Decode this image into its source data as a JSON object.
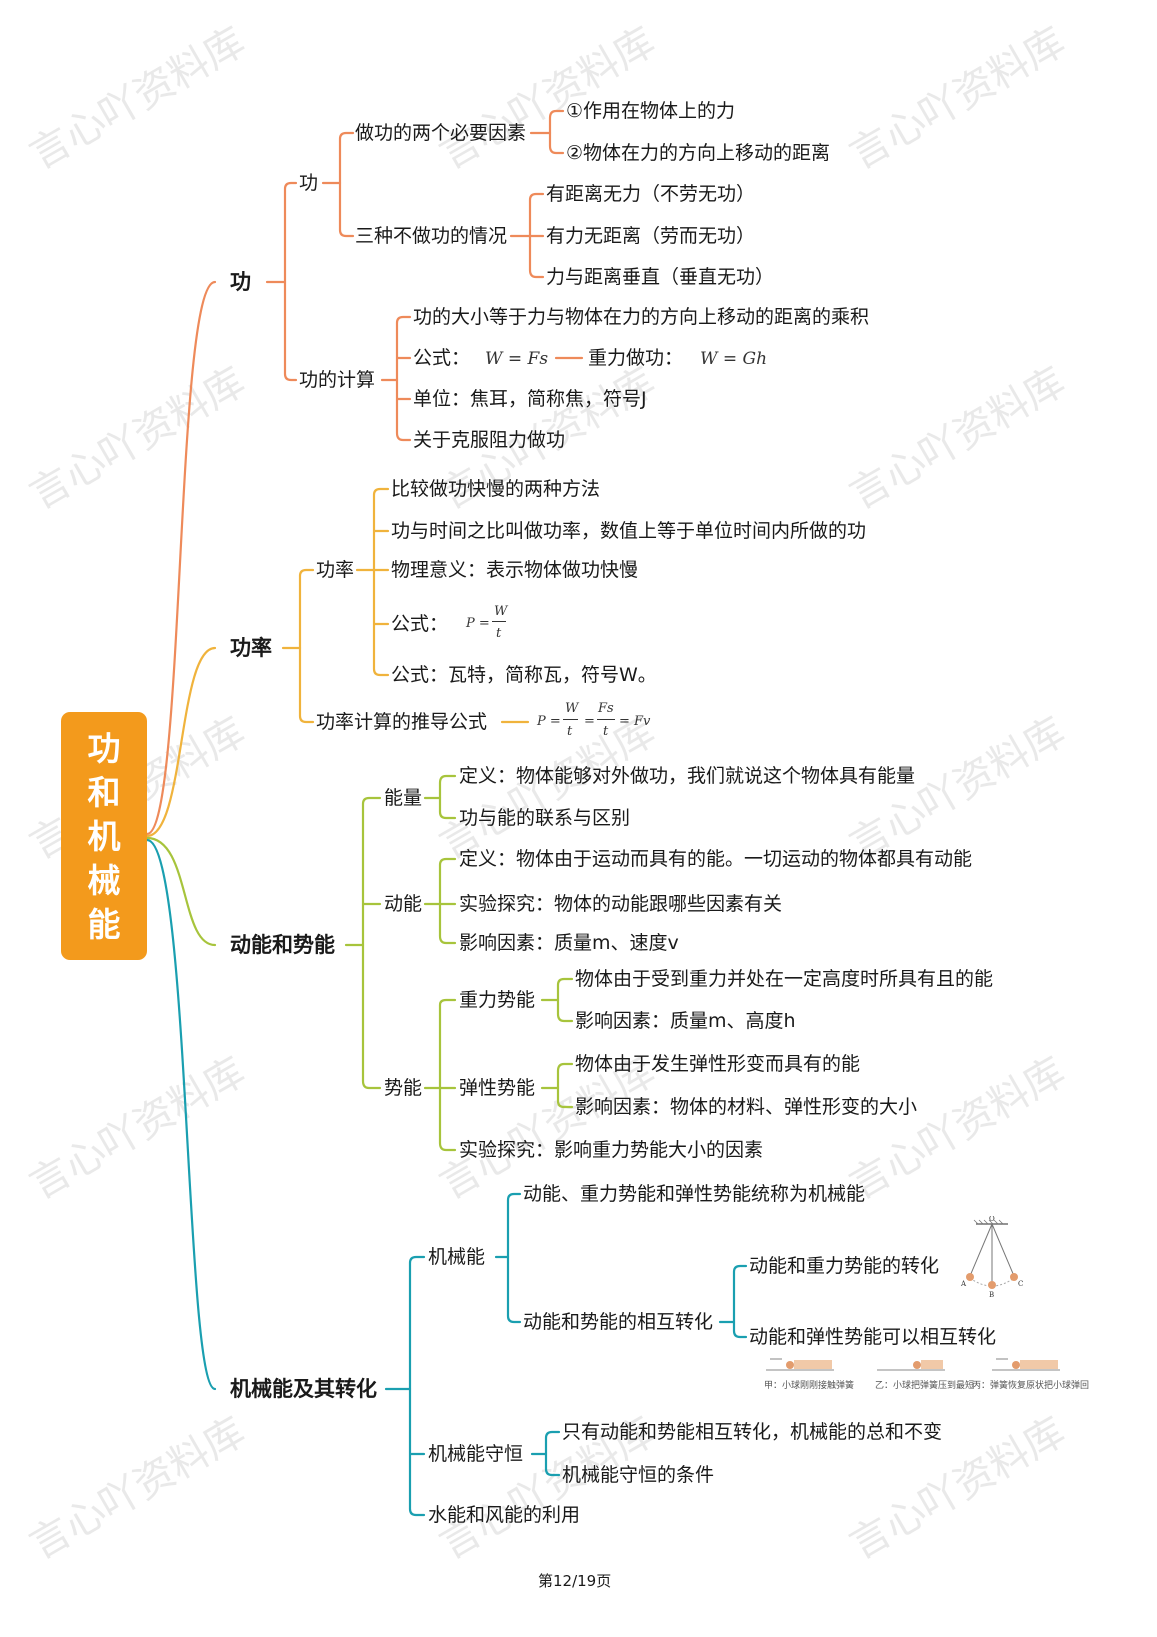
{
  "watermark": "言心吖资料库",
  "root": {
    "label": "功和机械能",
    "chars": [
      "功",
      "和",
      "机",
      "械",
      "能"
    ]
  },
  "colors": {
    "orange_branch": "#ee8a5a",
    "yellow_branch": "#f0b33c",
    "green_branch": "#a7c43c",
    "teal_branch": "#1a9fb0",
    "root_box": "#f39a1c"
  },
  "gong": {
    "label": "功",
    "sub_gong": "功",
    "two_factors": "做功的两个必要因素",
    "factor1": "①作用在物体上的力",
    "factor2": "②物体在力的方向上移动的距离",
    "three_cases": "三种不做功的情况",
    "case1": "有距离无力（不劳无功）",
    "case2": "有力无距离（劳而无功）",
    "case3": "力与距离垂直（垂直无功）",
    "calc": "功的计算",
    "calc_def": "功的大小等于力与物体在力的方向上移动的距离的乘积",
    "formula_label": "公式：",
    "formula": "W = Fs",
    "gravity_label": "重力做功：",
    "gravity_formula": "W = Gh",
    "unit": "单位：焦耳，简称焦，符号J",
    "resist": "关于克服阻力做功"
  },
  "power": {
    "label": "功率",
    "sub_power": "功率",
    "compare": "比较做功快慢的两种方法",
    "definition": "功与时间之比叫做功率，数值上等于单位时间内所做的功",
    "meaning": "物理意义：表示物体做功快慢",
    "formula_label": "公式：",
    "formula_p": "P =",
    "formula_w": "W",
    "formula_t": "t",
    "unit": "公式：瓦特，简称瓦，符号W。",
    "derive": "功率计算的推导公式",
    "d_p": "P =",
    "d_w": "W",
    "d_t1": "t",
    "d_eq1": "=",
    "d_fs": "Fs",
    "d_t2": "t",
    "d_end": "= Fv"
  },
  "energy": {
    "label": "动能和势能",
    "nengliang": "能量",
    "nl_def": "定义：物体能够对外做功，我们就说这个物体具有能量",
    "nl_rel": "功与能的联系与区别",
    "kinetic": "动能",
    "k_def": "定义：物体由于运动而具有的能。一切运动的物体都具有动能",
    "k_exp": "实验探究：物体的动能跟哪些因素有关",
    "k_factor": "影响因素：质量m、速度v",
    "potential": "势能",
    "gravity_pe": "重力势能",
    "gpe_def": "物体由于受到重力并处在一定高度时所具有且的能",
    "gpe_factor": "影响因素：质量m、高度h",
    "elastic_pe": "弹性势能",
    "epe_def": "物体由于发生弹性形变而具有的能",
    "epe_factor": "影响因素：物体的材料、弹性形变的大小",
    "pe_exp": "实验探究：影响重力势能大小的因素"
  },
  "mech": {
    "label": "机械能及其转化",
    "me": "机械能",
    "me_def": "动能、重力势能和弹性势能统称为机械能",
    "conv": "动能和势能的相互转化",
    "conv1": "动能和重力势能的转化",
    "conv2": "动能和弹性势能可以相互转化",
    "pend_o": "O",
    "pend_a": "A",
    "pend_b": "B",
    "pend_c": "C",
    "cap1": "甲：小球刚刚接触弹簧",
    "cap2": "乙：小球把弹簧压到最短",
    "cap3": "丙：弹簧恢复原状把小球弹回",
    "conservation": "机械能守恒",
    "cons1": "只有动能和势能相互转化，机械能的总和不变",
    "cons2": "机械能守恒的条件",
    "water": "水能和风能的利用"
  },
  "footer": "第12/19页"
}
